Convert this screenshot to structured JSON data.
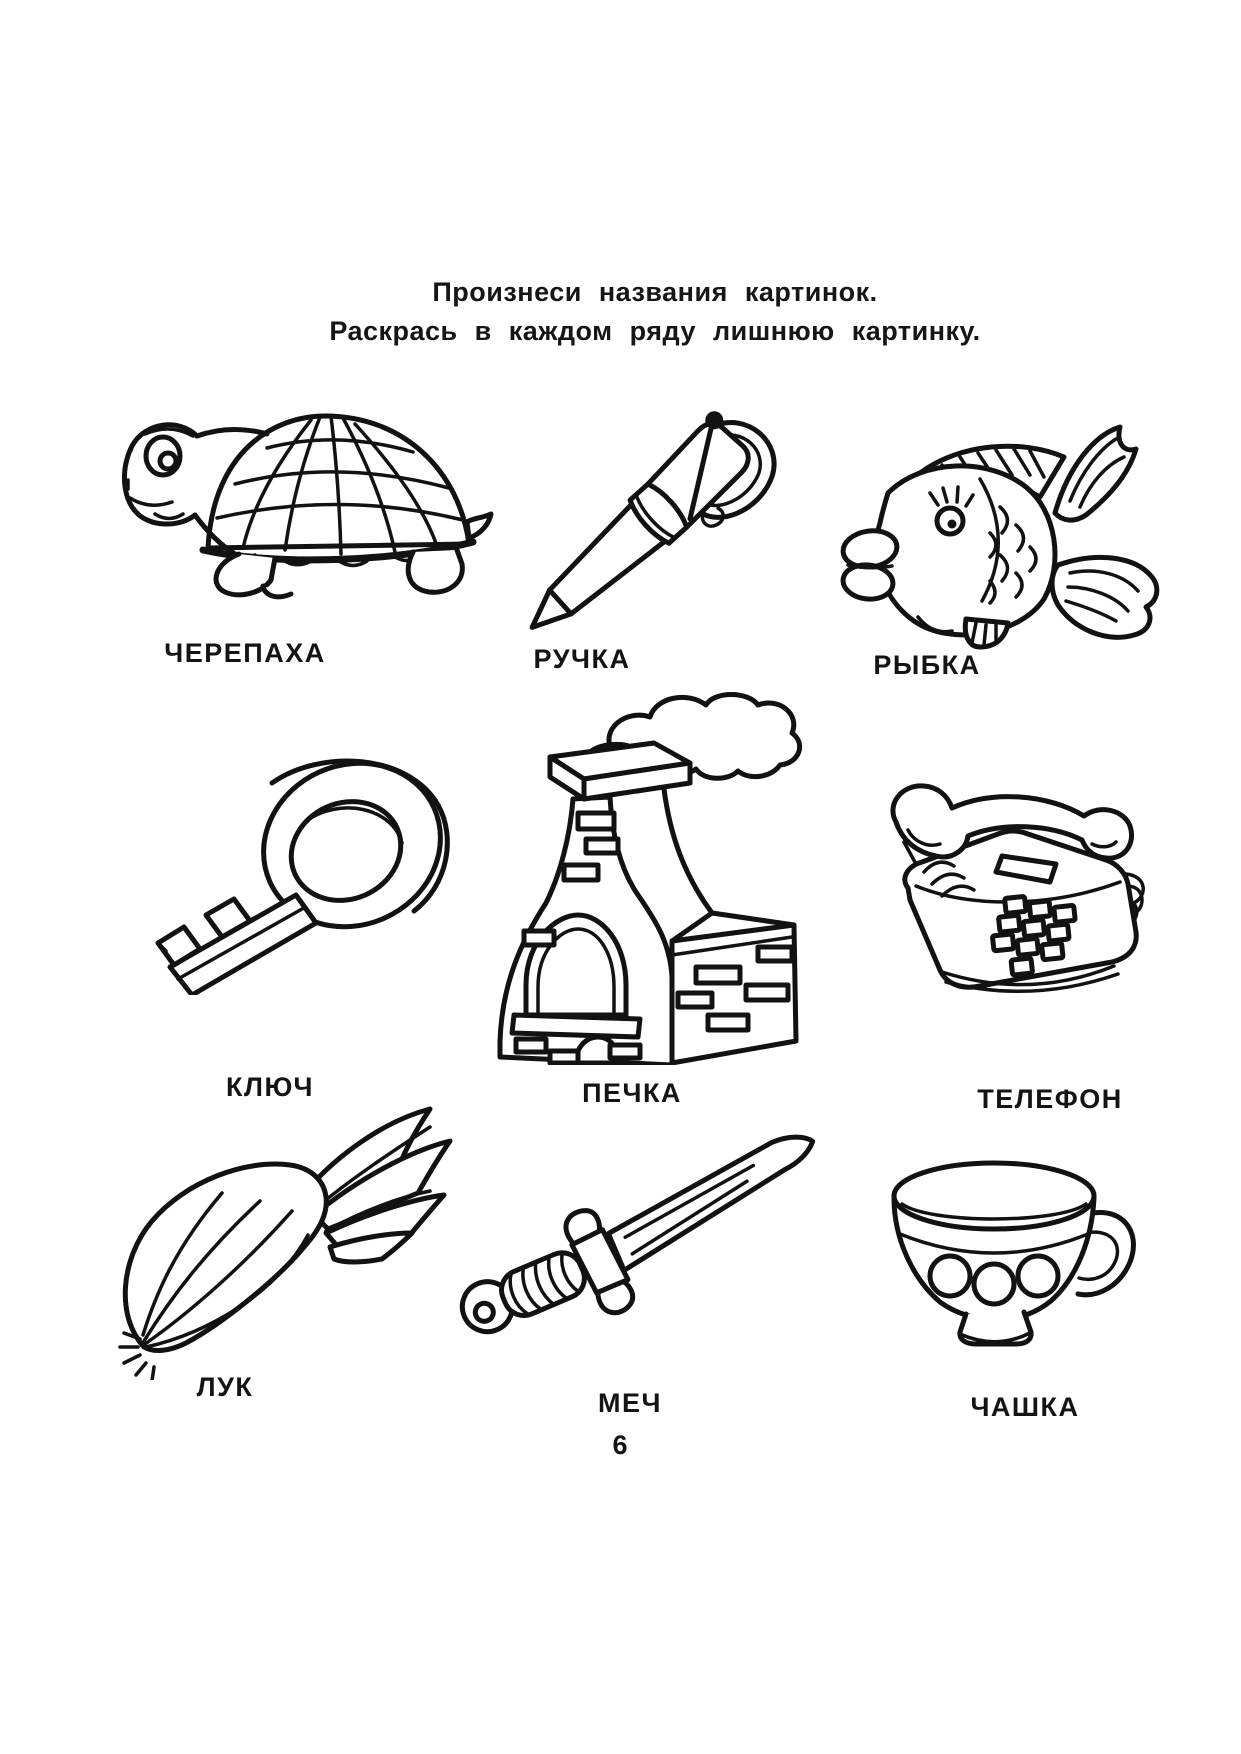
{
  "page": {
    "title_line1": "Произнеси названия картинок.",
    "title_line2": "Раскрась в каждом ряду лишнюю картинку.",
    "number": "6",
    "paper_color": "#ffffff",
    "ink_color": "#121212"
  },
  "items": [
    {
      "id": "turtle",
      "label": "ЧЕРЕПАХА",
      "icon": "turtle-drawing"
    },
    {
      "id": "pen",
      "label": "РУЧКА",
      "icon": "pen-drawing"
    },
    {
      "id": "fish",
      "label": "РЫБКА",
      "icon": "fish-drawing"
    },
    {
      "id": "key",
      "label": "КЛЮЧ",
      "icon": "key-drawing"
    },
    {
      "id": "stove",
      "label": "ПЕЧКА",
      "icon": "stove-drawing"
    },
    {
      "id": "telephone",
      "label": "ТЕЛЕФОН",
      "icon": "telephone-drawing"
    },
    {
      "id": "onion",
      "label": "ЛУК",
      "icon": "onion-drawing"
    },
    {
      "id": "sword",
      "label": "МЕЧ",
      "icon": "sword-drawing"
    },
    {
      "id": "cup",
      "label": "ЧАШКА",
      "icon": "cup-drawing"
    }
  ]
}
